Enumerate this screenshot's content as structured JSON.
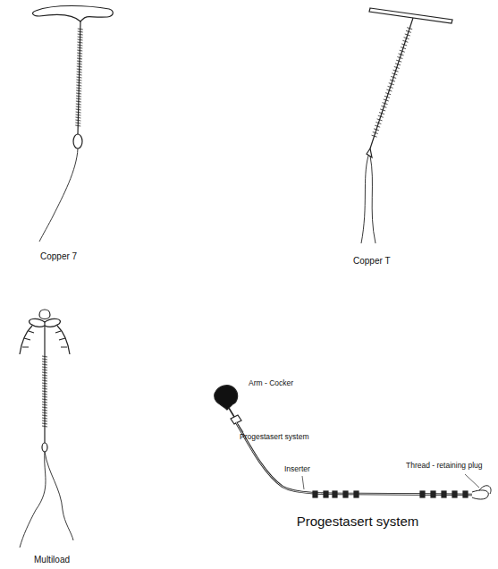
{
  "diagram": {
    "labels": [
      "Copper 7",
      "Copper T",
      "Multiload",
      "Arm - Cocker",
      "Progestasert system",
      "Inserter",
      "Thread - retaining plug",
      "Progestasert system"
    ]
  }
}
